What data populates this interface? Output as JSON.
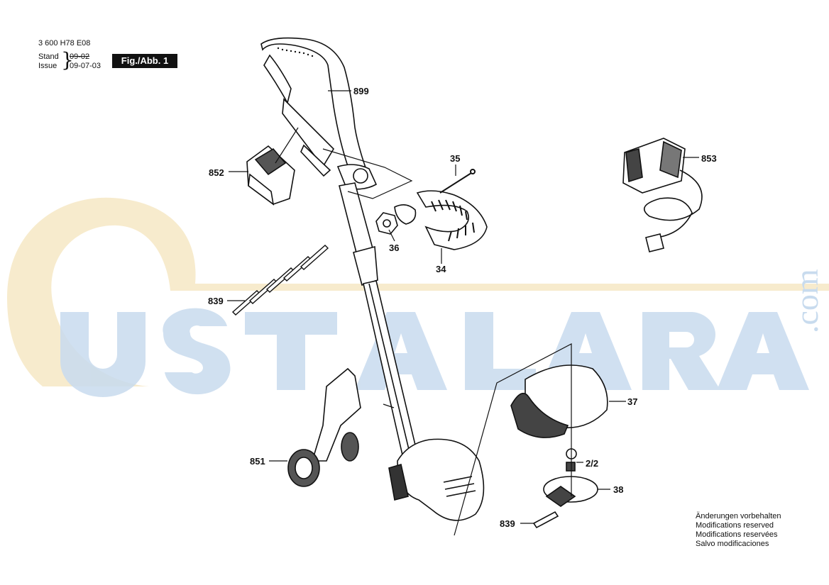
{
  "header": {
    "doc_number": "3 600 H78 E08",
    "stand_label": "Stand",
    "stand_date": "09-02",
    "issue_label": "Issue",
    "issue_date": "09-07-03",
    "figure_tag": "Fig./Abb. 1"
  },
  "watermark": {
    "text": "USTALARA",
    "suffix": ".com",
    "colors": {
      "letters": "#c8dbee",
      "swoosh": "#f6e7c4"
    }
  },
  "callouts": {
    "c899": "899",
    "c852": "852",
    "c35": "35",
    "c36": "36",
    "c34": "34",
    "c853": "853",
    "c839a": "839",
    "c37": "37",
    "c2_2": "2/2",
    "c851": "851",
    "c38": "38",
    "c839b": "839"
  },
  "notice": [
    "Änderungen vorbehalten",
    "Modifications reserved",
    "Modifications reservées",
    "Salvo modificaciones"
  ]
}
